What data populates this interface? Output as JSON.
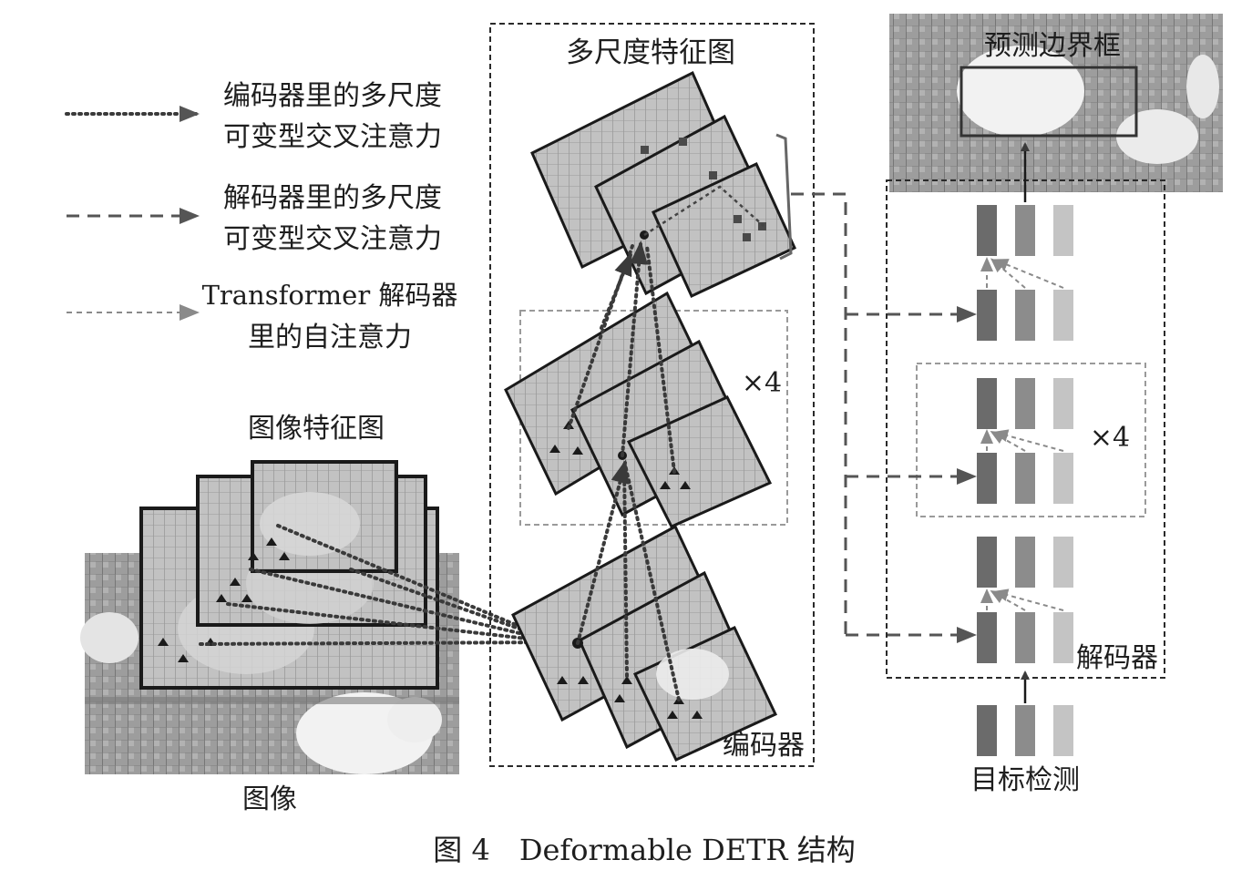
{
  "legend": {
    "encoder_attention": [
      "编码器里的多尺度",
      "可变型交叉注意力"
    ],
    "decoder_attention": [
      "解码器里的多尺度",
      "可变型交叉注意力"
    ],
    "self_attention": [
      "Transformer 解码器",
      "里的自注意力"
    ]
  },
  "labels": {
    "multi_scale_feature_map": "多尺度特征图",
    "image_feature_map": "图像特征图",
    "image": "图像",
    "encoder": "编码器",
    "decoder": "解码器",
    "predicted_box": "预测边界框",
    "object_detection": "目标检测",
    "repeat_encoder": "×4",
    "repeat_decoder": "×4"
  },
  "caption": "图 4　Deformable DETR 结构",
  "colors": {
    "line_dark": "#3a3a3a",
    "line_mid": "#555555",
    "line_light": "#8a8a8a",
    "token_dark": "#6b6b6b",
    "token_mid": "#8c8c8c",
    "token_light": "#c4c4c4"
  }
}
